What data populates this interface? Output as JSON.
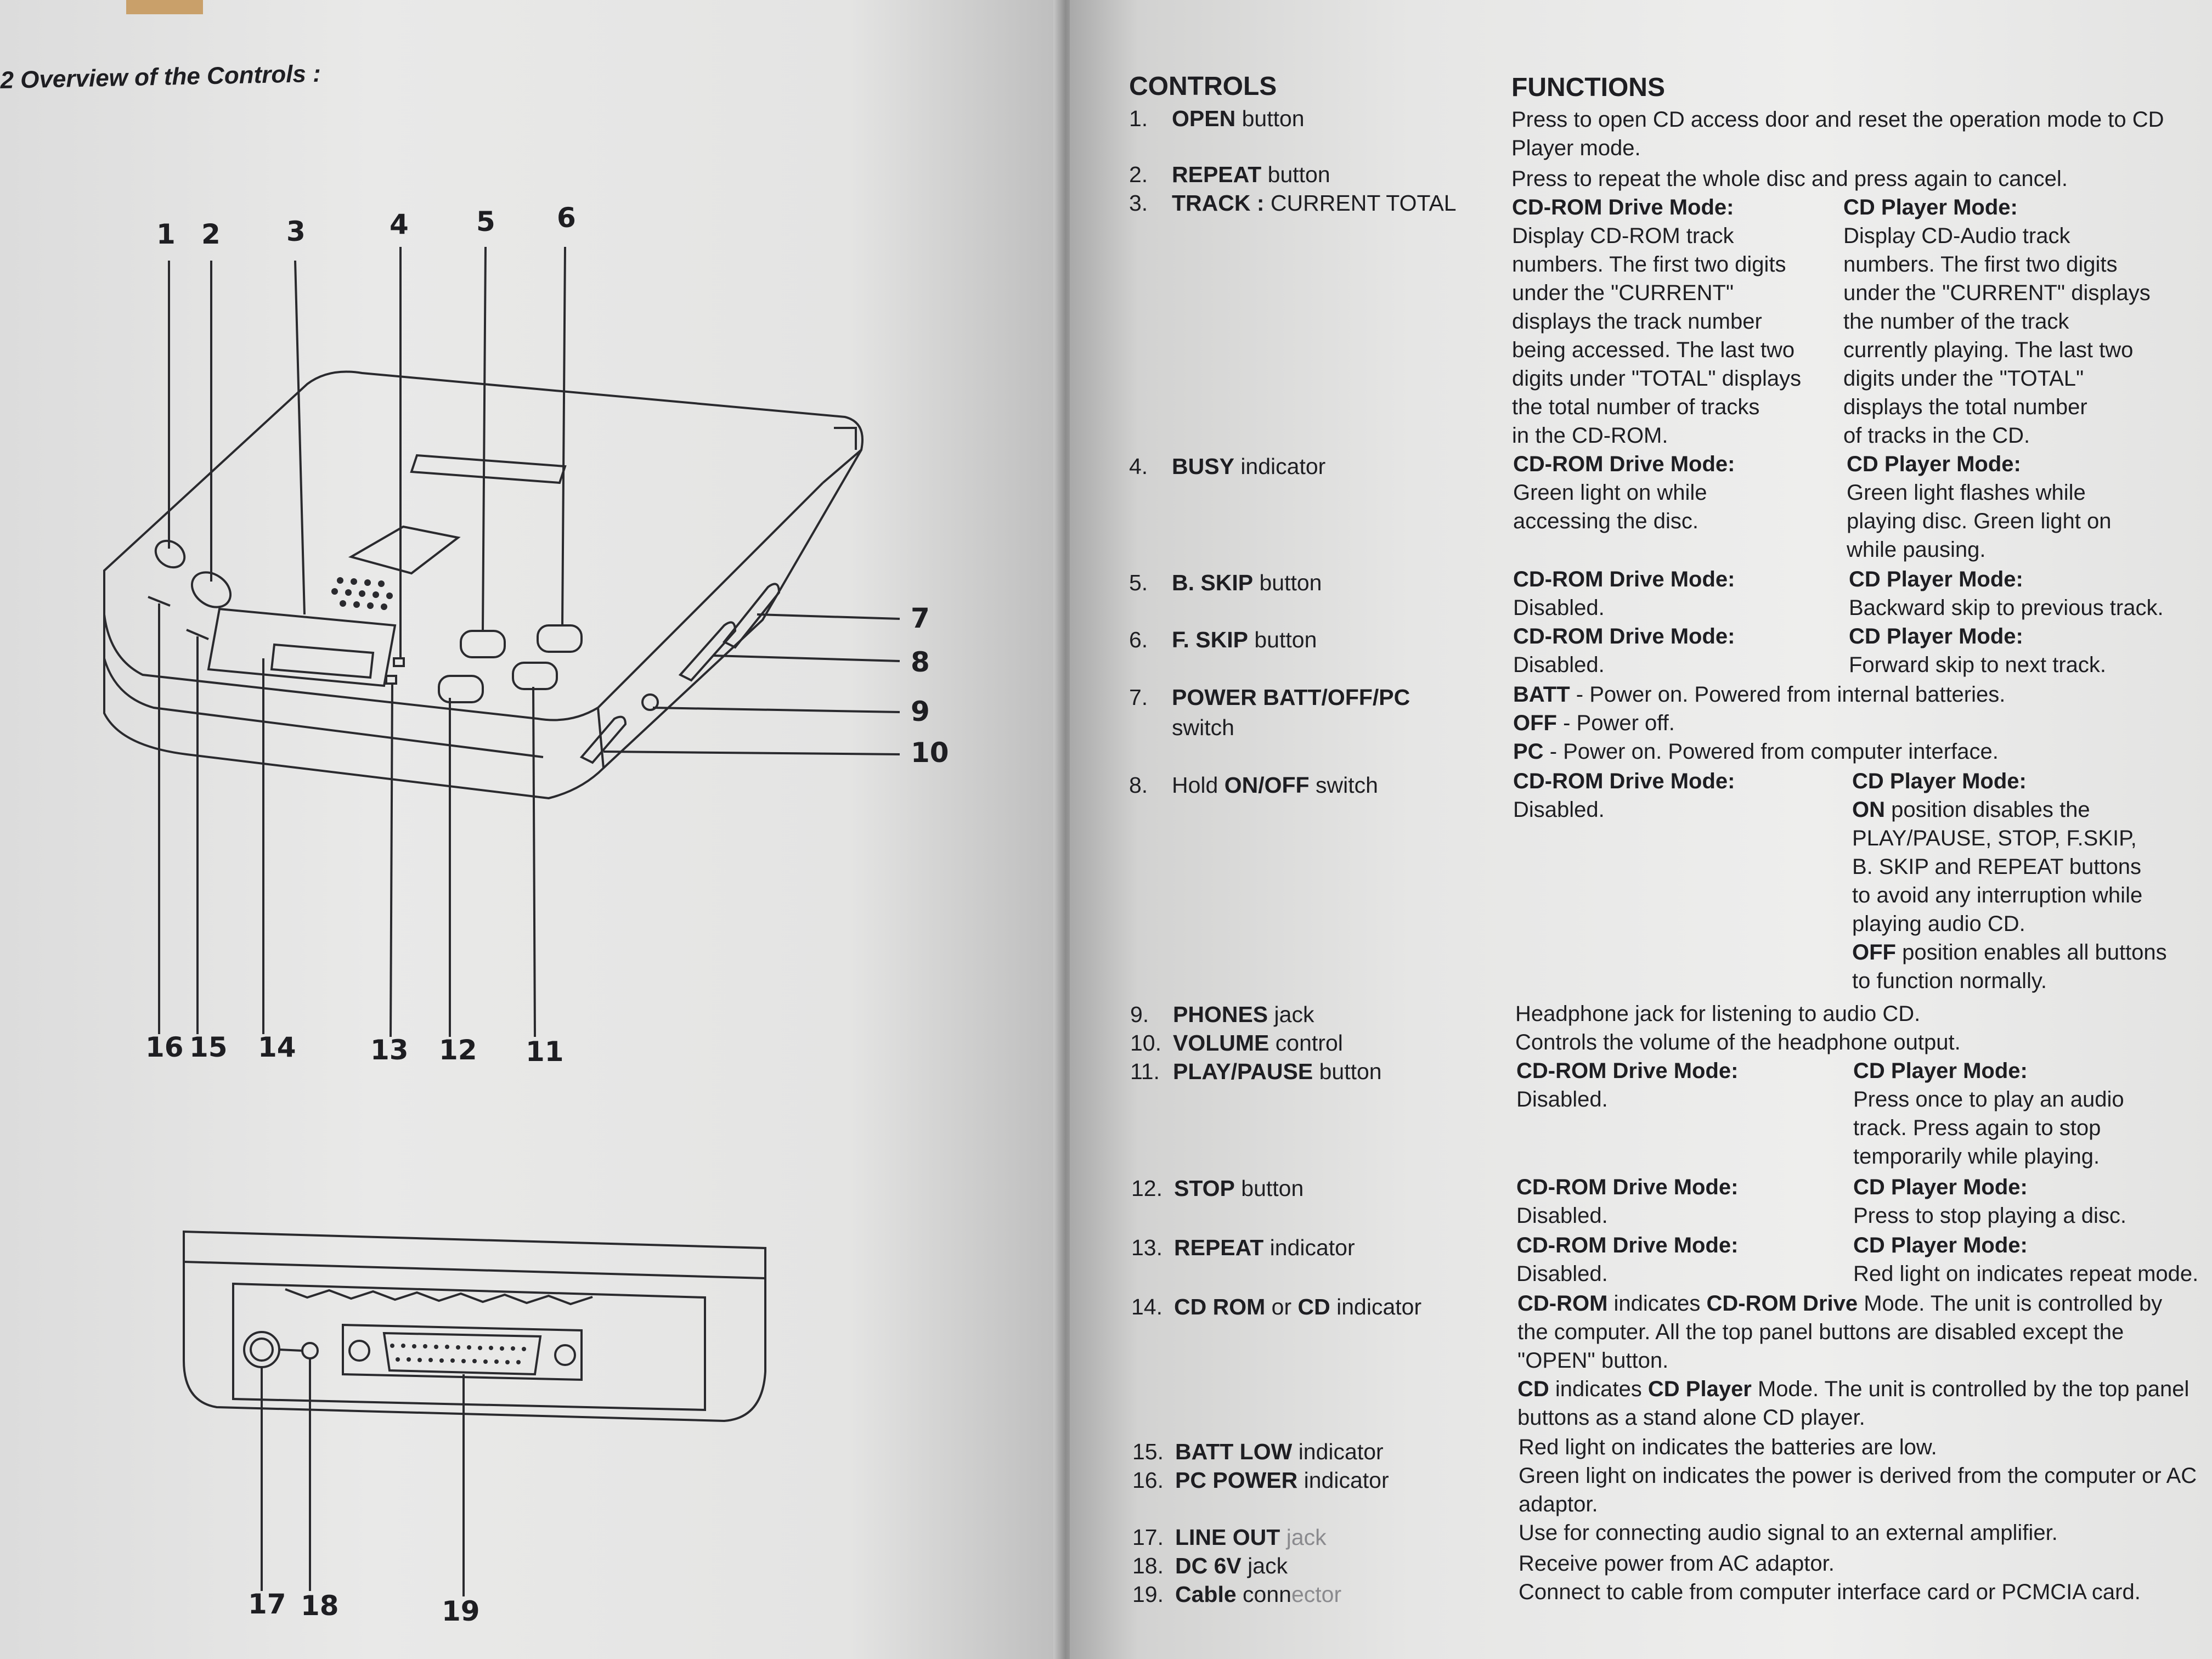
{
  "left_page": {
    "section_title": "2 Overview of the Controls :",
    "callouts_top": [
      "1",
      "2",
      "3",
      "4",
      "5",
      "6"
    ],
    "callouts_right": [
      "7",
      "8",
      "9",
      "10"
    ],
    "callouts_bottom": [
      "16",
      "15",
      "14",
      "13",
      "12",
      "11"
    ],
    "callouts_rear": [
      "17",
      "18",
      "19"
    ]
  },
  "right_page": {
    "controls_header": "CONTROLS",
    "functions_header": "FUNCTIONS",
    "controls": [
      {
        "num": "1.",
        "bold": "OPEN",
        "rest": " button"
      },
      {
        "num": "2.",
        "bold": "REPEAT",
        "rest": " button"
      },
      {
        "num": "3.",
        "bold": "TRACK : ",
        "rest": "CURRENT TOTAL"
      },
      {
        "num": "4.",
        "bold": "BUSY",
        "rest": " indicator"
      },
      {
        "num": "5.",
        "bold": "B. SKIP",
        "rest": " button"
      },
      {
        "num": "6.",
        "bold": "F. SKIP",
        "rest": " button"
      },
      {
        "num": "7.",
        "bold": "POWER BATT/OFF/PC",
        "rest": ""
      },
      {
        "num": "",
        "bold": "",
        "rest": "switch"
      },
      {
        "num": "8.",
        "bold": "",
        "rest": "Hold "
      },
      {
        "num": "9.",
        "bold": "PHONES",
        "rest": " jack"
      },
      {
        "num": "10.",
        "bold": "VOLUME",
        "rest": " control"
      },
      {
        "num": "11.",
        "bold": "PLAY/PAUSE",
        "rest": " button"
      },
      {
        "num": "12.",
        "bold": "STOP",
        "rest": " button"
      },
      {
        "num": "13.",
        "bold": "REPEAT",
        "rest": " indicator"
      },
      {
        "num": "14.",
        "bold": "CD ROM",
        "rest": " or "
      },
      {
        "num": "15.",
        "bold": "BATT LOW",
        "rest": " indicator"
      },
      {
        "num": "16.",
        "bold": "PC POWER",
        "rest": " indicator"
      },
      {
        "num": "17.",
        "bold": "LINE OUT",
        "rest": " jack"
      },
      {
        "num": "18.",
        "bold": "DC 6V",
        "rest": " jack"
      },
      {
        "num": "19.",
        "bold": "Cable",
        "rest": " conn"
      }
    ],
    "hold_bold": "ON/OFF",
    "hold_rest": " switch",
    "cd_bold": "CD",
    "cd_rest": " indicator",
    "cable_faded": "ector",
    "fn": {
      "f1a": "Press to open CD access door and reset the operation mode to CD",
      "f1b": "Player mode.",
      "f2": "Press to repeat the whole disc and press again to cancel.",
      "rom_mode": "CD-ROM Drive Mode:",
      "cd_mode": "CD Player Mode:",
      "f3_rom": [
        "Display CD-ROM track",
        "numbers. The first two digits",
        "under the \"CURRENT\"",
        "displays the track number",
        "being accessed.  The last two",
        "digits under \"TOTAL\" displays",
        "the total number of tracks",
        "in the CD-ROM."
      ],
      "f3_cd": [
        "Display CD-Audio track",
        "numbers. The first two digits",
        "under the \"CURRENT\" displays",
        "the number of the track",
        "currently playing.  The last two",
        "digits under the \"TOTAL\"",
        "displays the total number",
        "of tracks in the CD."
      ],
      "f4_rom": [
        "Green light on while",
        "accessing the disc."
      ],
      "f4_cd": [
        "Green light flashes while",
        "playing disc. Green light on",
        "while pausing."
      ],
      "disabled": "Disabled.",
      "f5_cd": "Backward skip to previous track.",
      "f6_cd": "Forward skip to next track.",
      "f7": [
        {
          "b": "BATT",
          "t": " - Power on. Powered from internal batteries."
        },
        {
          "b": "OFF",
          "t": " - Power off."
        },
        {
          "b": "PC",
          "t": " - Power on. Powered from computer interface."
        }
      ],
      "f8_cd": [
        {
          "b": "ON",
          "t": " position disables the"
        },
        {
          "b": "",
          "t": "PLAY/PAUSE, STOP, F.SKIP,"
        },
        {
          "b": "",
          "t": "B. SKIP and REPEAT buttons"
        },
        {
          "b": "",
          "t": "to avoid any interruption while"
        },
        {
          "b": "",
          "t": "playing audio CD."
        },
        {
          "b": "OFF",
          "t": " position enables all buttons"
        },
        {
          "b": "",
          "t": "to function normally."
        }
      ],
      "f9": "Headphone jack for listening to audio CD.",
      "f10": "Controls the volume of the headphone output.",
      "f11_cd": [
        "Press once to play an audio",
        "track.  Press again to stop",
        "temporarily while playing."
      ],
      "f12_cd": "Press to stop playing a disc.",
      "f13_cd": "Red light on indicates repeat mode.",
      "f14": [
        {
          "b": "CD-ROM",
          "t": " indicates ",
          "b2": "CD-ROM Drive",
          "t2": " Mode.  The unit is controlled by"
        },
        {
          "b": "",
          "t": "the computer.  All the top panel buttons are disabled except the",
          "b2": "",
          "t2": ""
        },
        {
          "b": "",
          "t": "\"OPEN\" button.",
          "b2": "",
          "t2": ""
        },
        {
          "b": "CD",
          "t": " indicates ",
          "b2": "CD Player",
          "t2": " Mode. The unit is controlled by the top panel"
        },
        {
          "b": "",
          "t": "buttons as a stand alone CD player.",
          "b2": "",
          "t2": ""
        }
      ],
      "f15": "Red light on indicates the batteries are low.",
      "f16a": "Green light on indicates the power is derived from the computer or AC",
      "f16b": "adaptor.",
      "f17": "Use for connecting audio signal to an external amplifier.",
      "f18": "Receive power from AC adaptor.",
      "f19": "Connect to cable from computer interface card or PCMCIA card."
    }
  }
}
